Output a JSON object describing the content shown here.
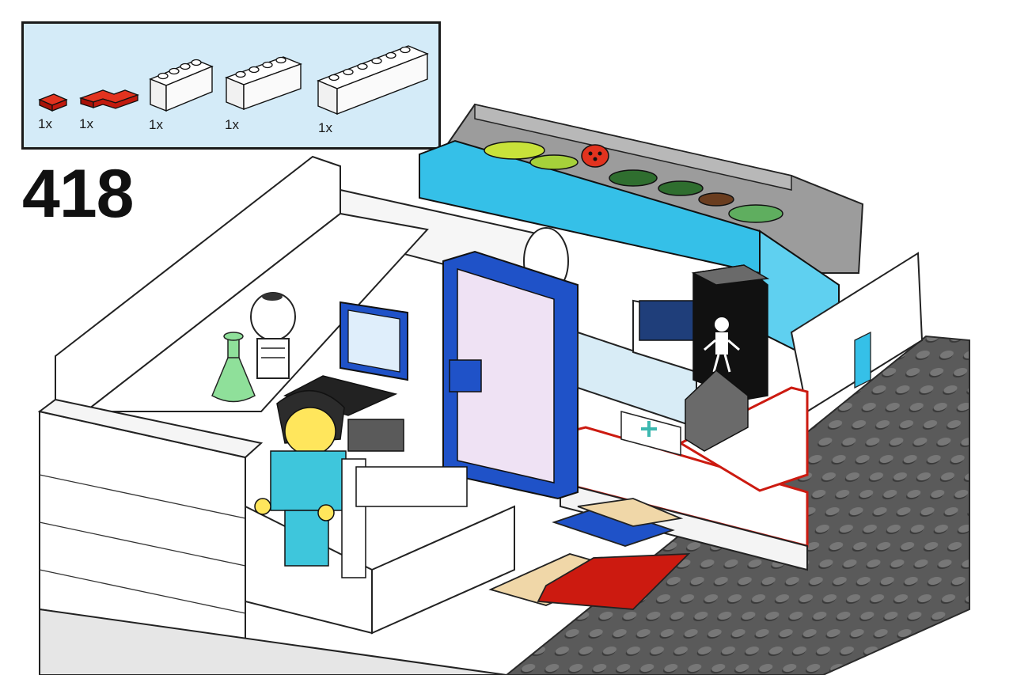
{
  "step": {
    "number": "418"
  },
  "parts_list": {
    "items": [
      {
        "icon": "red-plate-1x1-icon",
        "color": "#cc1a10",
        "quantity": "1x"
      },
      {
        "icon": "red-corner-plate-icon",
        "color": "#cc1a10",
        "quantity": "1x"
      },
      {
        "icon": "white-brick-1x4-icon",
        "color": "#ffffff",
        "quantity": "1x"
      },
      {
        "icon": "white-brick-1x4-icon",
        "color": "#ffffff",
        "quantity": "1x"
      },
      {
        "icon": "white-brick-1x6-icon",
        "color": "#ffffff",
        "quantity": "1x"
      }
    ]
  },
  "colors": {
    "panel_background": "#d4ebf8",
    "white_brick": "#ffffff",
    "baseplate": "#5a5a5a",
    "azure": "#35c0e8",
    "door_frame": "#1f52c8",
    "door_panel": "#efe2f4",
    "highlight_outline": "#cc1a10",
    "tan": "#f0d7a8",
    "blue_tile": "#1f52c8",
    "red_tile": "#cc1a10"
  },
  "scene": {
    "icons": [
      "lego-lab-room-icon",
      "skeleton-figure-icon",
      "computer-monitor-icon",
      "green-flask-icon",
      "scientist-minifigure-icon",
      "xray-panel-icon",
      "medical-cross-icon",
      "plant-row-icon",
      "ladybug-icon"
    ]
  }
}
